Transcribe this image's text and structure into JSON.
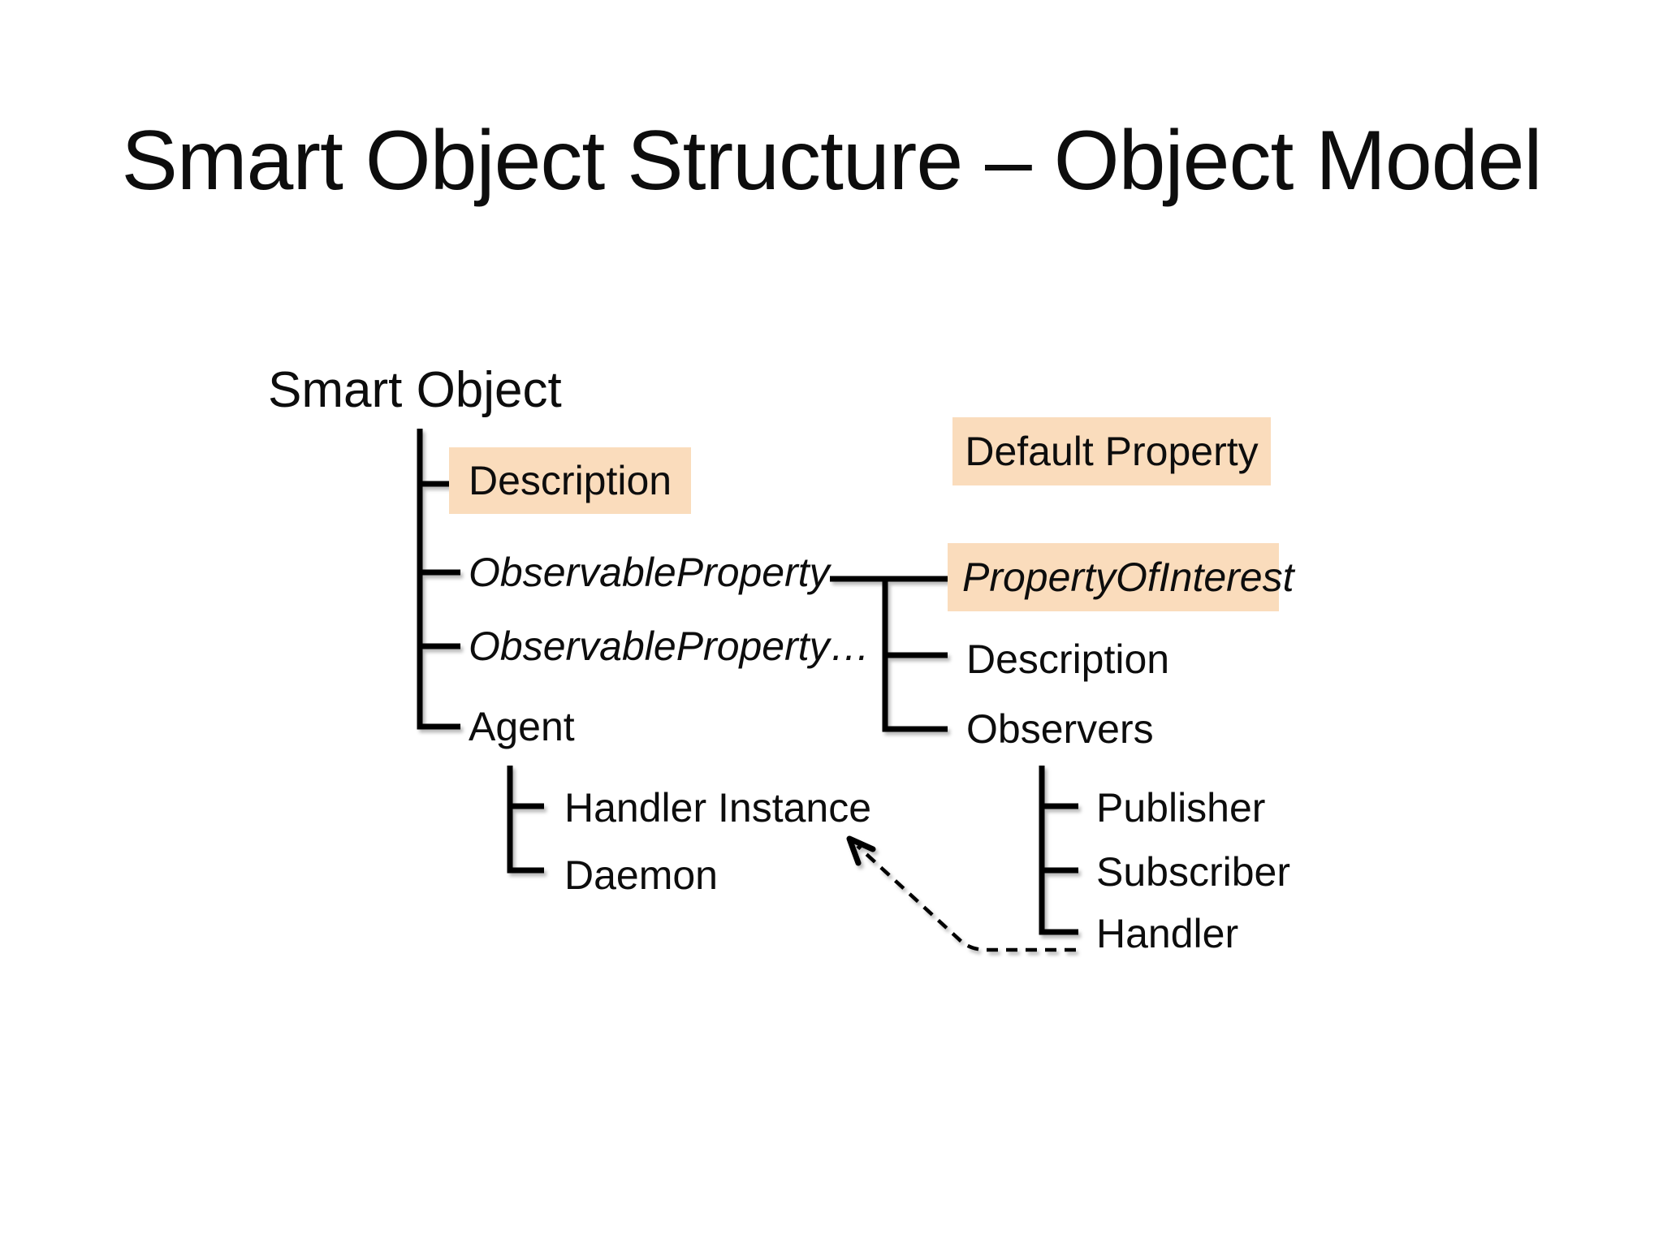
{
  "title": "Smart Object Structure – Object Model",
  "colors": {
    "highlight": "#FADCBC",
    "text": "#0D0D0D",
    "line": "#000000",
    "background": "#FFFFFF"
  },
  "smart_object_tree": {
    "root": "Smart Object",
    "nodes": {
      "description": "Description",
      "observable_property": "ObservableProperty",
      "observable_property_more": "ObservableProperty…",
      "agent": "Agent",
      "handler_instance": "Handler Instance",
      "daemon": "Daemon"
    }
  },
  "property_tree": {
    "header": "Default Property",
    "nodes": {
      "property_of_interest": "PropertyOfInterest",
      "description": "Description",
      "observers": "Observers",
      "publisher": "Publisher",
      "subscriber": "Subscriber",
      "handler": "Handler"
    }
  },
  "annotation_arrow": {
    "style": "dashed",
    "from": "Handler",
    "to": "Handler Instance"
  }
}
